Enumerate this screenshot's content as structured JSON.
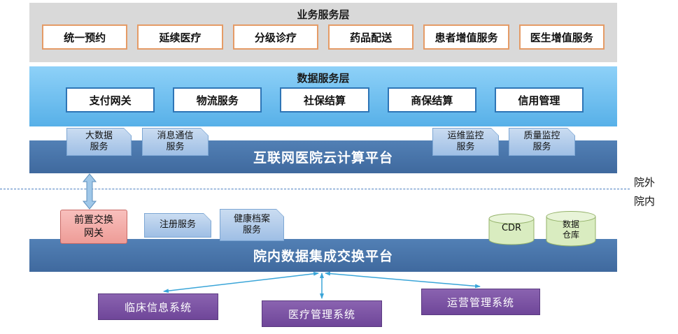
{
  "business": {
    "title": "业务服务层",
    "items": [
      "统一预约",
      "延续医疗",
      "分级诊疗",
      "药品配送",
      "患者增值服务",
      "医生增值服务"
    ]
  },
  "data_service": {
    "title": "数据服务层",
    "items": [
      "支付网关",
      "物流服务",
      "社保结算",
      "商保结算",
      "信用管理"
    ]
  },
  "cloud_platform": {
    "title": "互联网医院云计算平台",
    "tabs": [
      "大数据\n服务",
      "消息通信\n服务",
      "运维监控\n服务",
      "质量监控\n服务"
    ]
  },
  "boundary": {
    "outside_label": "院外",
    "inside_label": "院内"
  },
  "integration_platform": {
    "title": "院内数据集成交换平台",
    "gateway": "前置交换\n网关",
    "services": [
      "注册服务",
      "健康档案\n服务"
    ],
    "databases": [
      "CDR",
      "数据\n仓库"
    ]
  },
  "systems": [
    "临床信息系统",
    "医疗管理系统",
    "运营管理系统"
  ],
  "colors": {
    "business_band": "#d9d9d9",
    "business_box_border": "#e59b66",
    "data_band": "#6fc2f3",
    "data_box_border": "#2e75b6",
    "platform_bar": "#4472a8",
    "tab_fill": "#b9cfe9",
    "gateway_fill": "#f2aba6",
    "gateway_border": "#c96a66",
    "database_fill": "#d9ecc0",
    "system_box": "#7c52a5",
    "arrow": "#3aa5d8"
  }
}
